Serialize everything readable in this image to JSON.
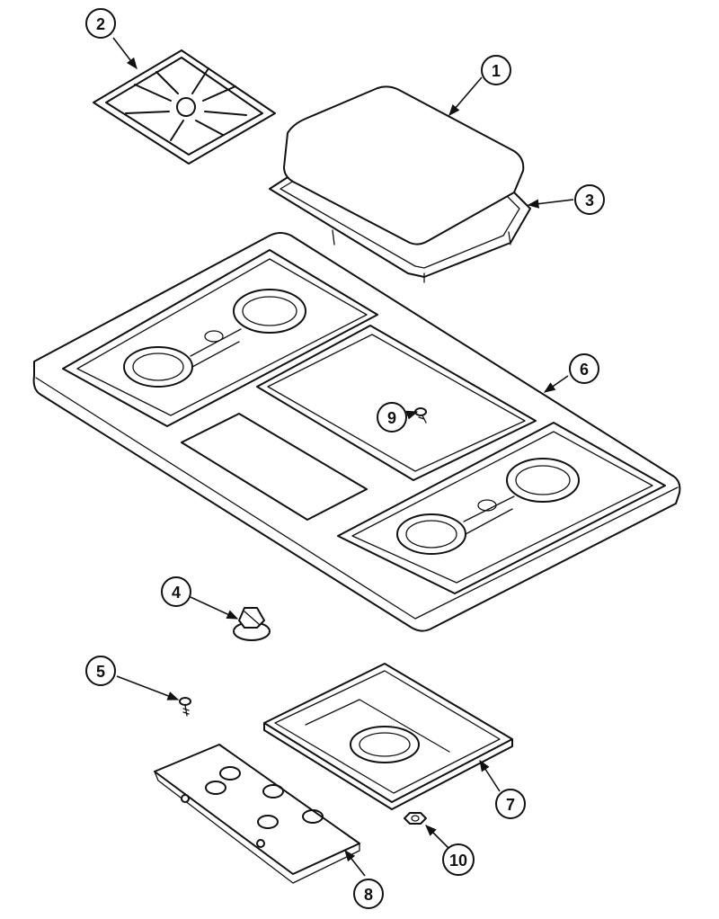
{
  "diagram": {
    "parts": [
      {
        "id": "part-1",
        "callout": "1"
      },
      {
        "id": "part-2",
        "callout": "2"
      },
      {
        "id": "part-3",
        "callout": "3"
      },
      {
        "id": "part-4",
        "callout": "4"
      },
      {
        "id": "part-5",
        "callout": "5"
      },
      {
        "id": "part-6",
        "callout": "6"
      },
      {
        "id": "part-7",
        "callout": "7"
      },
      {
        "id": "part-8",
        "callout": "8"
      },
      {
        "id": "part-9",
        "callout": "9"
      },
      {
        "id": "part-10",
        "callout": "10"
      }
    ]
  },
  "colors": {
    "line": "#111111",
    "background": "#ffffff"
  }
}
